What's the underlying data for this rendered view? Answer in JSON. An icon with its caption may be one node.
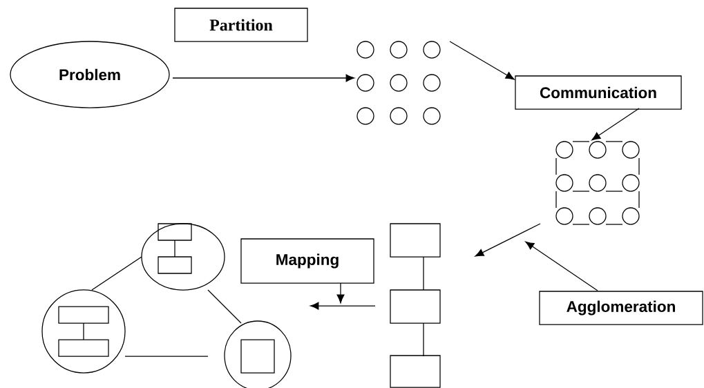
{
  "diagram": {
    "nodes": [
      {
        "text": [
          "Problem"
        ]
      },
      {
        "text": [
          "Partition"
        ]
      },
      {
        "text": [],
        "shape": "circle"
      },
      {
        "text": [
          "Communication"
        ]
      },
      {
        "text": [],
        "shape": "circle"
      },
      {
        "text": [
          "Agglomeration"
        ]
      },
      {
        "text": [],
        "shape": "box"
      },
      {
        "text": [],
        "shape": "box"
      },
      {
        "text": [],
        "shape": "box"
      },
      {
        "text": [
          "Mapping"
        ]
      },
      {
        "text": [],
        "shape": "circle"
      },
      {
        "text": [],
        "shape": "circle"
      },
      {
        "text": [],
        "shape": "circle"
      }
    ],
    "edges": [
      {
        "from": 0,
        "to": 2,
        "arrow": "to"
      },
      {
        "from": 2,
        "to": 3,
        "arrow": "to"
      },
      {
        "from": 3,
        "to": 4,
        "arrow": "to"
      },
      {
        "from": 4,
        "to": 6,
        "arrow": "to"
      },
      {
        "from": 5,
        "to": null,
        "arrow": "to"
      },
      {
        "from": 6,
        "to": 7,
        "arrow": "none"
      },
      {
        "from": 7,
        "to": 8,
        "arrow": "none"
      },
      {
        "from": 9,
        "to": null,
        "arrow": "to"
      },
      {
        "from": 7,
        "to": null,
        "arrow": "to"
      },
      {
        "from": 10,
        "to": 11,
        "arrow": "none"
      },
      {
        "from": 10,
        "to": 12,
        "arrow": "none"
      },
      {
        "from": 11,
        "to": 12,
        "arrow": "none"
      }
    ]
  }
}
